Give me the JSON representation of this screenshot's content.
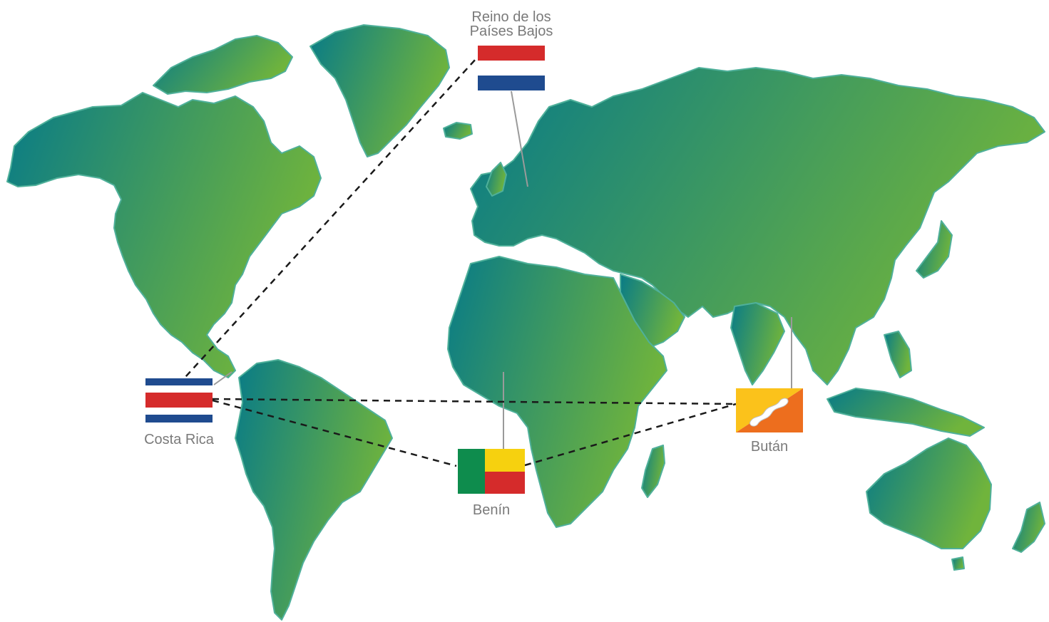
{
  "map": {
    "land_gradient": {
      "start": "#087b87",
      "end": "#70b43c"
    },
    "border_color": "#4fb09a",
    "connector_dash_color": "#1a1a1a",
    "leader_line_color": "#9a9a9a"
  },
  "countries": {
    "netherlands": {
      "label_line1": "Reino de los",
      "label_line2": "Países Bajos",
      "flag_colors": [
        "#d52b2b",
        "#ffffff",
        "#1f4b8f"
      ]
    },
    "costa_rica": {
      "label": "Costa Rica",
      "flag_colors": [
        "#1f4b8f",
        "#ffffff",
        "#d52b2b",
        "#ffffff",
        "#1f4b8f"
      ]
    },
    "benin": {
      "label": "Benín",
      "flag_colors": [
        "#0e8c4d",
        "#f6d10f",
        "#d52b2b"
      ]
    },
    "bhutan": {
      "label": "Bután",
      "flag_colors": [
        "#fbc21b",
        "#ed6e1e",
        "#ffffff"
      ]
    }
  },
  "connections": [
    {
      "from": "costa_rica",
      "to": "netherlands",
      "style": "dashed"
    },
    {
      "from": "costa_rica",
      "to": "bhutan",
      "style": "dashed"
    },
    {
      "from": "costa_rica",
      "to": "benin",
      "style": "dashed"
    },
    {
      "from": "benin",
      "to": "bhutan",
      "style": "dashed"
    }
  ]
}
